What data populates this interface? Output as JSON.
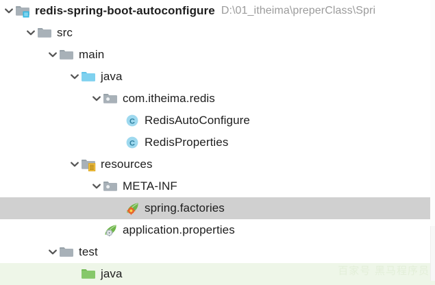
{
  "window": {
    "project_path": "D:\\01_itheima\\preperClass\\Spri"
  },
  "watermark": {
    "text": "百家号 黑马程序员"
  },
  "tree": {
    "nodes": [
      {
        "label": "redis-spring-boot-autoconfigure",
        "icon": "module-folder-icon",
        "chevron": "chevron-down-icon",
        "depth": 0,
        "bold": true,
        "path": "D:\\01_itheima\\preperClass\\Spri",
        "state": "normal"
      },
      {
        "label": "src",
        "icon": "folder-icon",
        "chevron": "chevron-down-icon",
        "depth": 1,
        "bold": false,
        "path": "",
        "state": "normal"
      },
      {
        "label": "main",
        "icon": "folder-icon",
        "chevron": "chevron-down-icon",
        "depth": 2,
        "bold": false,
        "path": "",
        "state": "normal"
      },
      {
        "label": "java",
        "icon": "source-root-folder-icon",
        "chevron": "chevron-down-icon",
        "depth": 3,
        "bold": false,
        "path": "",
        "state": "normal"
      },
      {
        "label": "com.itheima.redis",
        "icon": "package-icon",
        "chevron": "chevron-down-icon",
        "depth": 4,
        "bold": false,
        "path": "",
        "state": "normal"
      },
      {
        "label": "RedisAutoConfigure",
        "icon": "java-class-icon",
        "chevron": "none",
        "depth": 5,
        "bold": false,
        "path": "",
        "state": "normal"
      },
      {
        "label": "RedisProperties",
        "icon": "java-class-icon",
        "chevron": "none",
        "depth": 5,
        "bold": false,
        "path": "",
        "state": "normal"
      },
      {
        "label": "resources",
        "icon": "resources-folder-icon",
        "chevron": "chevron-down-icon",
        "depth": 3,
        "bold": false,
        "path": "",
        "state": "normal"
      },
      {
        "label": "META-INF",
        "icon": "package-icon",
        "chevron": "chevron-down-icon",
        "depth": 4,
        "bold": false,
        "path": "",
        "state": "normal"
      },
      {
        "label": "spring.factories",
        "icon": "spring-factories-icon",
        "chevron": "none",
        "depth": 5,
        "bold": false,
        "path": "",
        "state": "selected"
      },
      {
        "label": "application.properties",
        "icon": "spring-properties-icon",
        "chevron": "none",
        "depth": 4,
        "bold": false,
        "path": "",
        "state": "normal"
      },
      {
        "label": "test",
        "icon": "folder-icon",
        "chevron": "chevron-down-icon",
        "depth": 2,
        "bold": false,
        "path": "",
        "state": "normal"
      },
      {
        "label": "java",
        "icon": "test-source-root-folder-icon",
        "chevron": "none",
        "depth": 3,
        "bold": false,
        "path": "",
        "state": "green"
      }
    ]
  }
}
